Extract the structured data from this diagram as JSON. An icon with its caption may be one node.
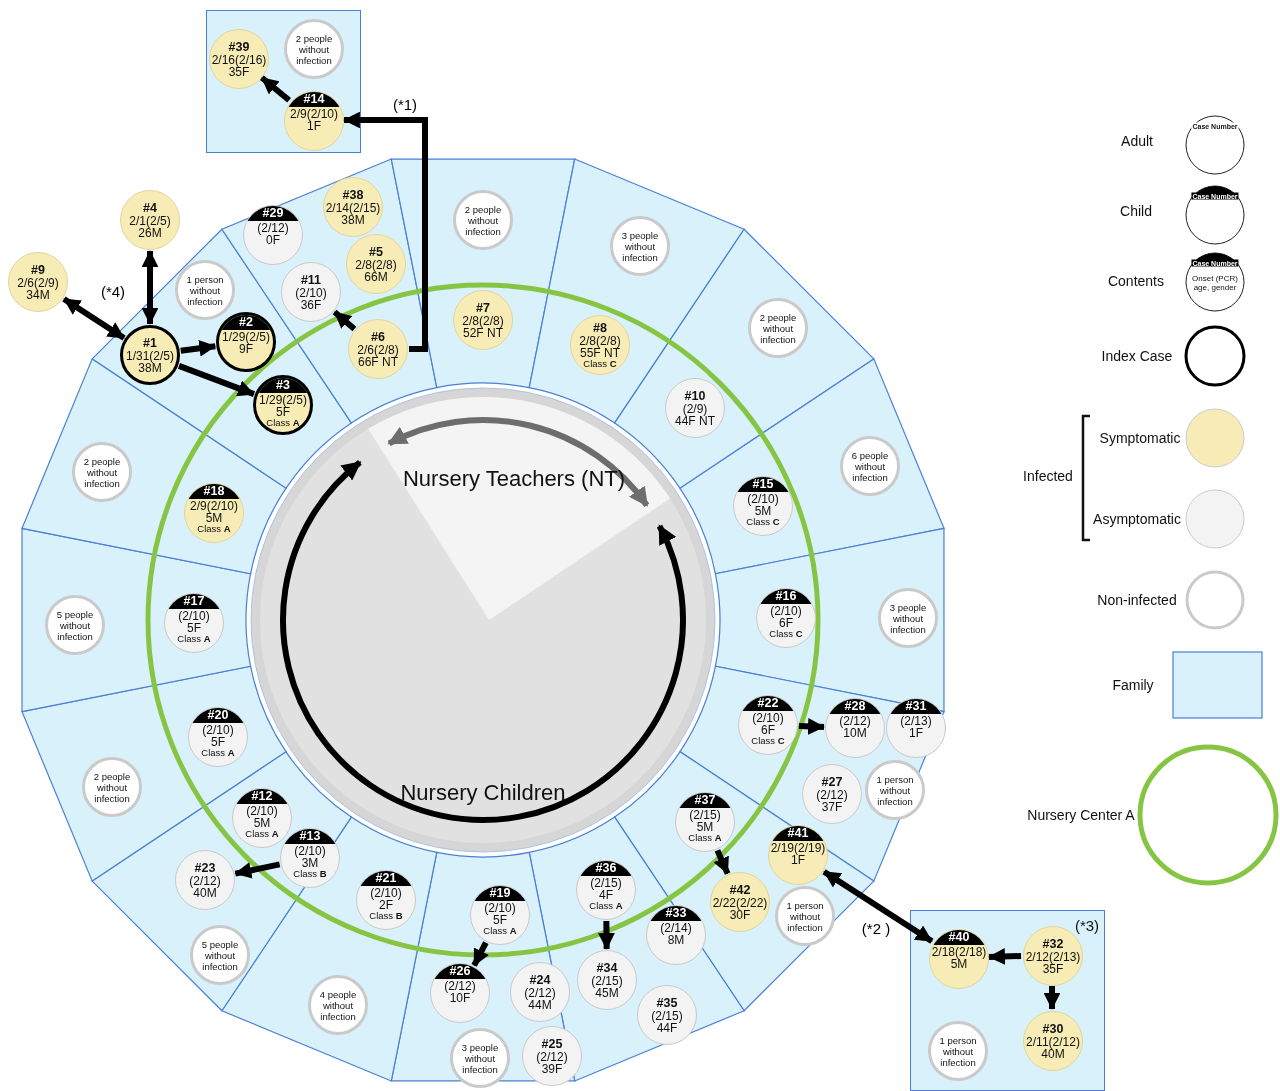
{
  "diagram": {
    "nodes": [
      {
        "text": [],
        "shape": "box"
      },
      {
        "text": [
          "#39",
          "2/16(2/16)",
          "35F"
        ],
        "in": 0
      },
      {
        "text": [
          "2 people without infection"
        ],
        "in": 0
      },
      {
        "text": [
          "#14",
          "2/9(2/10)",
          "1F"
        ],
        "in": 0
      },
      {
        "text": [
          "#9",
          "2/6(2/9)",
          "34M"
        ]
      },
      {
        "text": [
          "#4",
          "2/1(2/5)",
          "26M"
        ]
      },
      {
        "text": [],
        "shape": "sector"
      },
      {
        "text": [
          "1 person without infection"
        ],
        "in": 6
      },
      {
        "text": [
          "#1",
          "1/31(2/5)",
          "38M"
        ],
        "in": 6
      },
      {
        "text": [
          "#2",
          "1/29(2/5)",
          "9F"
        ],
        "in": 6
      },
      {
        "text": [
          "#3",
          "1/29(2/5)",
          "5F",
          "Class **A**"
        ],
        "in": 6
      },
      {
        "text": [],
        "shape": "sector"
      },
      {
        "text": [
          "#29",
          "(2/12)",
          "0F"
        ],
        "in": 11
      },
      {
        "text": [
          "#38",
          "2/14(2/15)",
          "38M"
        ],
        "in": 11
      },
      {
        "text": [
          "#11",
          "(2/10)",
          "36F"
        ],
        "in": 11
      },
      {
        "text": [
          "#5",
          "2/8(2/8)",
          "66M"
        ],
        "in": 11
      },
      {
        "text": [
          "#6",
          "2/6(2/8)",
          "66F NT"
        ],
        "in": 11
      },
      {
        "text": [],
        "shape": "sector"
      },
      {
        "text": [
          "2 people without infection"
        ],
        "in": 17
      },
      {
        "text": [
          "#7",
          "2/8(2/8)",
          "52F NT"
        ],
        "in": 17
      },
      {
        "text": [],
        "shape": "sector"
      },
      {
        "text": [
          "3 people without infection"
        ],
        "in": 20
      },
      {
        "text": [
          "#8",
          "2/8(2/8)",
          "55F NT",
          "Class **C**"
        ],
        "in": 20
      },
      {
        "text": [],
        "shape": "sector"
      },
      {
        "text": [
          "2 people without infection"
        ],
        "in": 23
      },
      {
        "text": [
          "#10",
          "(2/9)",
          "44F NT"
        ],
        "in": 23
      },
      {
        "text": [],
        "shape": "sector"
      },
      {
        "text": [
          "6 people without infection"
        ],
        "in": 26
      },
      {
        "text": [
          "#15",
          "(2/10)",
          "5M",
          "Class **C**"
        ],
        "in": 26
      },
      {
        "text": [],
        "shape": "sector"
      },
      {
        "text": [
          "#16",
          "(2/10)",
          "6F",
          "Class **C**"
        ],
        "in": 29
      },
      {
        "text": [
          "3 people without infection"
        ],
        "in": 29
      },
      {
        "text": [],
        "shape": "sector"
      },
      {
        "text": [
          "#22",
          "(2/10)",
          "6F",
          "Class **C**"
        ],
        "in": 32
      },
      {
        "text": [
          "#28",
          "(2/12)",
          "10M"
        ],
        "in": 32
      },
      {
        "text": [
          "#31",
          "(2/13)",
          "1F"
        ],
        "in": 32
      },
      {
        "text": [
          "#27",
          "(2/12)",
          "37F"
        ],
        "in": 32
      },
      {
        "text": [
          "1 person without infection"
        ],
        "in": 32
      },
      {
        "text": [],
        "shape": "sector"
      },
      {
        "text": [
          "#37",
          "(2/15)",
          "5M",
          "Class **A**"
        ],
        "in": 38
      },
      {
        "text": [
          "#41",
          "2/19(2/19)",
          "1F"
        ],
        "in": 38
      },
      {
        "text": [
          "#42",
          "2/22(2/22)",
          "30F"
        ],
        "in": 38
      },
      {
        "text": [
          "1 person without infection"
        ],
        "in": 38
      },
      {
        "text": [],
        "shape": "sector"
      },
      {
        "text": [
          "#36",
          "(2/15)",
          "4F",
          "Class **A**"
        ],
        "in": 43
      },
      {
        "text": [
          "#33",
          "(2/14)",
          "8M"
        ],
        "in": 43
      },
      {
        "text": [
          "#34",
          "(2/15)",
          "45M"
        ],
        "in": 43
      },
      {
        "text": [
          "#35",
          "(2/15)",
          "44F"
        ],
        "in": 43
      },
      {
        "text": [],
        "shape": "sector"
      },
      {
        "text": [
          "#19",
          "(2/10)",
          "5F",
          "Class **A**"
        ],
        "in": 48
      },
      {
        "text": [
          "#26",
          "(2/12)",
          "10F"
        ],
        "in": 48
      },
      {
        "text": [
          "#24",
          "(2/12)",
          "44M"
        ],
        "in": 48
      },
      {
        "text": [
          "3 people without infection"
        ],
        "in": 48
      },
      {
        "text": [
          "#25",
          "(2/12)",
          "39F"
        ],
        "in": 48
      },
      {
        "text": [],
        "shape": "sector"
      },
      {
        "text": [
          "#21",
          "(2/10)",
          "2F",
          "Class **B**"
        ],
        "in": 54
      },
      {
        "text": [
          "4 people without infection"
        ],
        "in": 54
      },
      {
        "text": [],
        "shape": "sector"
      },
      {
        "text": [
          "#12",
          "(2/10)",
          "5M",
          "Class **A**"
        ],
        "in": 57
      },
      {
        "text": [
          "#13",
          "(2/10)",
          "3M",
          "Class **B**"
        ],
        "in": 57
      },
      {
        "text": [
          "#23",
          "(2/12)",
          "40M"
        ],
        "in": 57
      },
      {
        "text": [
          "5 people without infection"
        ],
        "in": 57
      },
      {
        "text": [],
        "shape": "sector"
      },
      {
        "text": [
          "#20",
          "(2/10)",
          "5F",
          "Class **A**"
        ],
        "in": 62
      },
      {
        "text": [
          "2 people without infection"
        ],
        "in": 62
      },
      {
        "text": [],
        "shape": "sector"
      },
      {
        "text": [
          "#17",
          "(2/10)",
          "5F",
          "Class **A**"
        ],
        "in": 65
      },
      {
        "text": [
          "5 people without infection"
        ],
        "in": 65
      },
      {
        "text": [],
        "shape": "sector"
      },
      {
        "text": [
          "2 people without infection"
        ],
        "in": 68
      },
      {
        "text": [
          "#18",
          "2/9(2/10)",
          "5M",
          "Class **A**"
        ],
        "in": 68
      },
      {
        "text": [],
        "shape": "box"
      },
      {
        "text": [
          "#40",
          "2/18(2/18)",
          "5M"
        ],
        "in": 71
      },
      {
        "text": [
          "#32",
          "2/12(2/13)",
          "35F"
        ],
        "in": 71
      },
      {
        "text": [
          "1 person without infection"
        ],
        "in": 71
      },
      {
        "text": [
          "#30",
          "2/11(2/12)",
          "40M"
        ],
        "in": 71
      },
      {
        "text": [
          "Nursery Teachers (NT)",
          "Nursery Children"
        ]
      }
    ],
    "edges": [
      {
        "from": 8,
        "to": 4,
        "arrow": "both",
        "label": "(*4)"
      },
      {
        "from": 8,
        "to": 5,
        "arrow": "both"
      },
      {
        "from": 8,
        "to": 9,
        "arrow": "to"
      },
      {
        "from": 8,
        "to": 10,
        "arrow": "to"
      },
      {
        "from": 16,
        "to": 14,
        "arrow": "to"
      },
      {
        "from": 16,
        "to": 3,
        "arrow": "to",
        "label": "(*1)"
      },
      {
        "from": 3,
        "to": 1,
        "arrow": "to"
      },
      {
        "from": 33,
        "to": 34,
        "arrow": "to"
      },
      {
        "from": 39,
        "to": 41,
        "arrow": "to"
      },
      {
        "from": 40,
        "to": 72,
        "arrow": "both",
        "label": "(*2 )"
      },
      {
        "from": 73,
        "to": 72,
        "arrow": "to"
      },
      {
        "from": 73,
        "to": 75,
        "arrow": "to"
      },
      {
        "from": 59,
        "to": 60,
        "arrow": "to"
      },
      {
        "from": 49,
        "to": 50,
        "arrow": "to"
      },
      {
        "from": 44,
        "to": 46,
        "arrow": "to"
      }
    ],
    "labels": [
      "(*3)",
      "Case Number",
      "Case Number",
      "Case Number",
      "Onset (PCR) age, gender",
      "Infected"
    ],
    "legend": [
      {
        "text": "Adult"
      },
      {
        "text": "Child"
      },
      {
        "text": "Contents"
      },
      {
        "text": "Index Case"
      },
      {
        "text": "Symptomatic",
        "color": "#f7ecb5"
      },
      {
        "text": "Asymptomatic",
        "color": "#f3f3f3"
      },
      {
        "text": "Non-infected"
      },
      {
        "text": "Family",
        "color": "#d9f1fb"
      },
      {
        "text": "Nursery Center A"
      }
    ]
  }
}
